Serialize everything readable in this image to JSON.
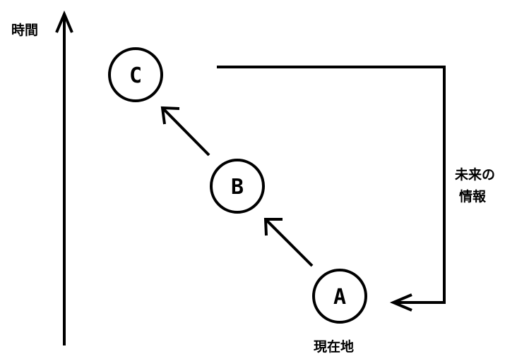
{
  "axis": {
    "label": "時間"
  },
  "nodes": [
    {
      "id": "A",
      "label": "A"
    },
    {
      "id": "B",
      "label": "B"
    },
    {
      "id": "C",
      "label": "C"
    }
  ],
  "labels": {
    "current_location": "現在地",
    "future_info_line1": "未来の",
    "future_info_line2": "情報"
  },
  "colors": {
    "stroke": "#000000",
    "background": "#ffffff"
  }
}
